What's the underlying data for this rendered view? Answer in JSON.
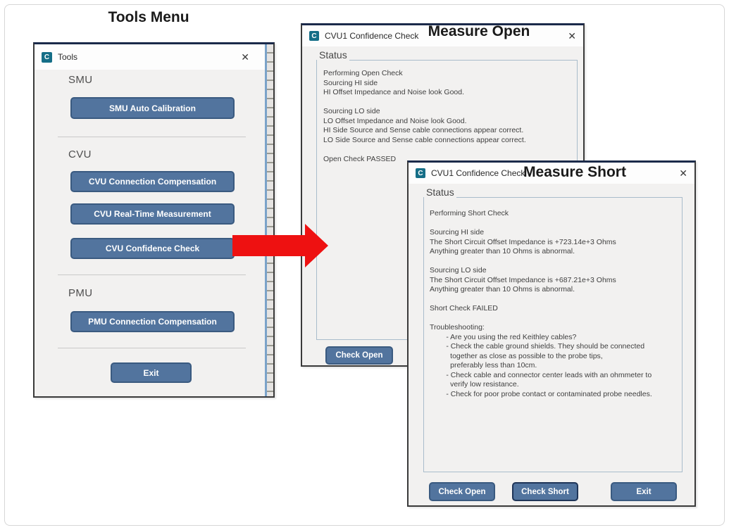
{
  "annotations": {
    "tools_menu": "Tools Menu",
    "measure_open": "Measure Open",
    "measure_short": "Measure Short"
  },
  "arrow": {
    "direction": "right",
    "color": "#ee1111"
  },
  "colors": {
    "button_fill": "#52749e",
    "button_border": "#3a5a80",
    "focused_button_border": "#1f3558",
    "window_body": "#f2f1f0",
    "titlebar": "#fdfdfd",
    "app_icon_teal": "#156e87",
    "arrow_red": "#ee1111"
  },
  "tools_window": {
    "title": "Tools",
    "app_icon": "C",
    "close_glyph": "✕",
    "sections": [
      {
        "label": "SMU",
        "buttons": [
          "SMU Auto Calibration"
        ]
      },
      {
        "label": "CVU",
        "buttons": [
          "CVU Connection Compensation",
          "CVU Real-Time Measurement",
          "CVU Confidence Check"
        ]
      },
      {
        "label": "PMU",
        "buttons": [
          "PMU Connection Compensation"
        ]
      }
    ],
    "exit_button": "Exit"
  },
  "measure_open_window": {
    "title": "CVU1 Confidence Check",
    "app_icon": "C",
    "close_glyph": "✕",
    "group_label": "Status",
    "status_lines": [
      "Performing Open Check",
      "Sourcing HI side",
      "HI Offset Impedance and Noise look Good.",
      "",
      "Sourcing LO side",
      "LO Offset Impedance and Noise look Good.",
      "HI Side Source and Sense cable connections appear correct.",
      "LO Side Source and Sense cable connections appear correct.",
      "",
      "Open Check PASSED"
    ],
    "buttons": [
      "Check Open"
    ]
  },
  "measure_short_window": {
    "title": "CVU1 Confidence Check",
    "app_icon": "C",
    "close_glyph": "✕",
    "group_label": "Status",
    "status_lines": [
      "Performing Short Check",
      "",
      "Sourcing HI side",
      "The Short Circuit Offset Impedance is +723.14e+3 Ohms",
      "Anything greater than 10 Ohms is abnormal.",
      "",
      "Sourcing LO side",
      "The Short Circuit Offset Impedance is +687.21e+3 Ohms",
      "Anything greater than 10 Ohms is abnormal.",
      "",
      "Short Check FAILED",
      "",
      "Troubleshooting:",
      "        - Are you using the red Keithley cables?",
      "        - Check the cable ground shields. They should be connected",
      "          together as close as possible to the probe tips,",
      "          preferably less than 10cm.",
      "        - Check cable and connector center leads with an ohmmeter to",
      "          verify low resistance.",
      "        - Check for poor probe contact or contaminated probe needles."
    ],
    "buttons": [
      "Check Open",
      "Check Short",
      "Exit"
    ],
    "focused_button": "Check Short"
  }
}
